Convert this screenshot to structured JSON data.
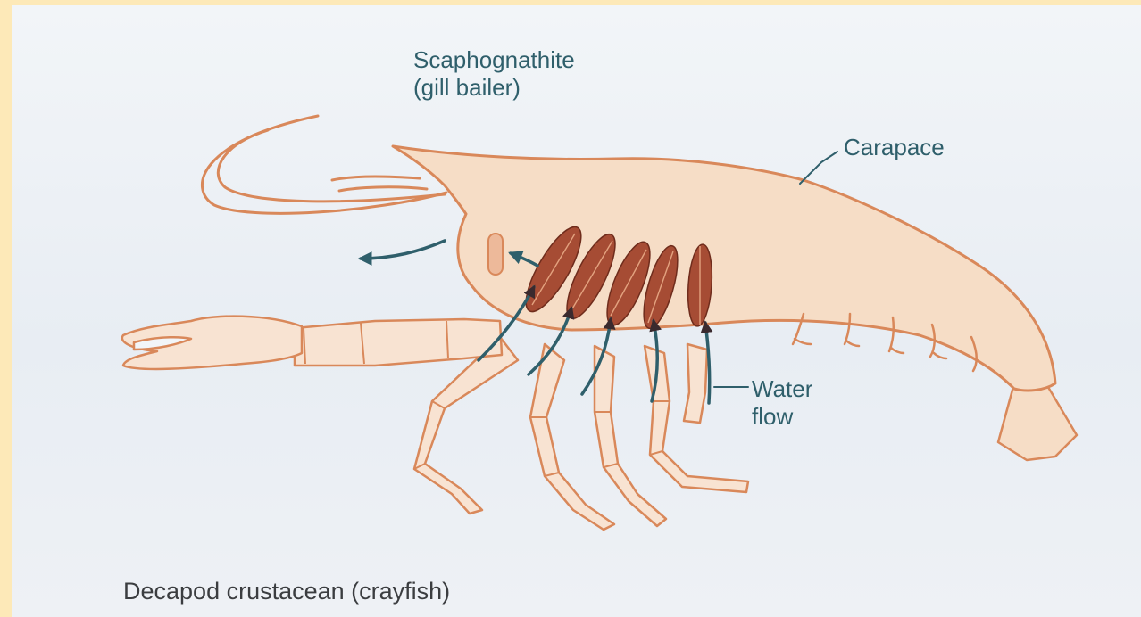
{
  "labels": {
    "scaphognathite": {
      "line1": "Scaphognathite",
      "line2": "(gill bailer)"
    },
    "carapace": "Carapace",
    "water_flow": {
      "line1": "Water",
      "line2": "flow"
    }
  },
  "caption": "Decapod crustacean (crayfish)",
  "colors": {
    "body_outline": "#d9885a",
    "body_fill": "#f6ddc6",
    "gill": "#a64c34",
    "flow_arrow": "#2f5f6b",
    "label_text": "#2f5f6b",
    "caption_text": "#3b3d40"
  }
}
